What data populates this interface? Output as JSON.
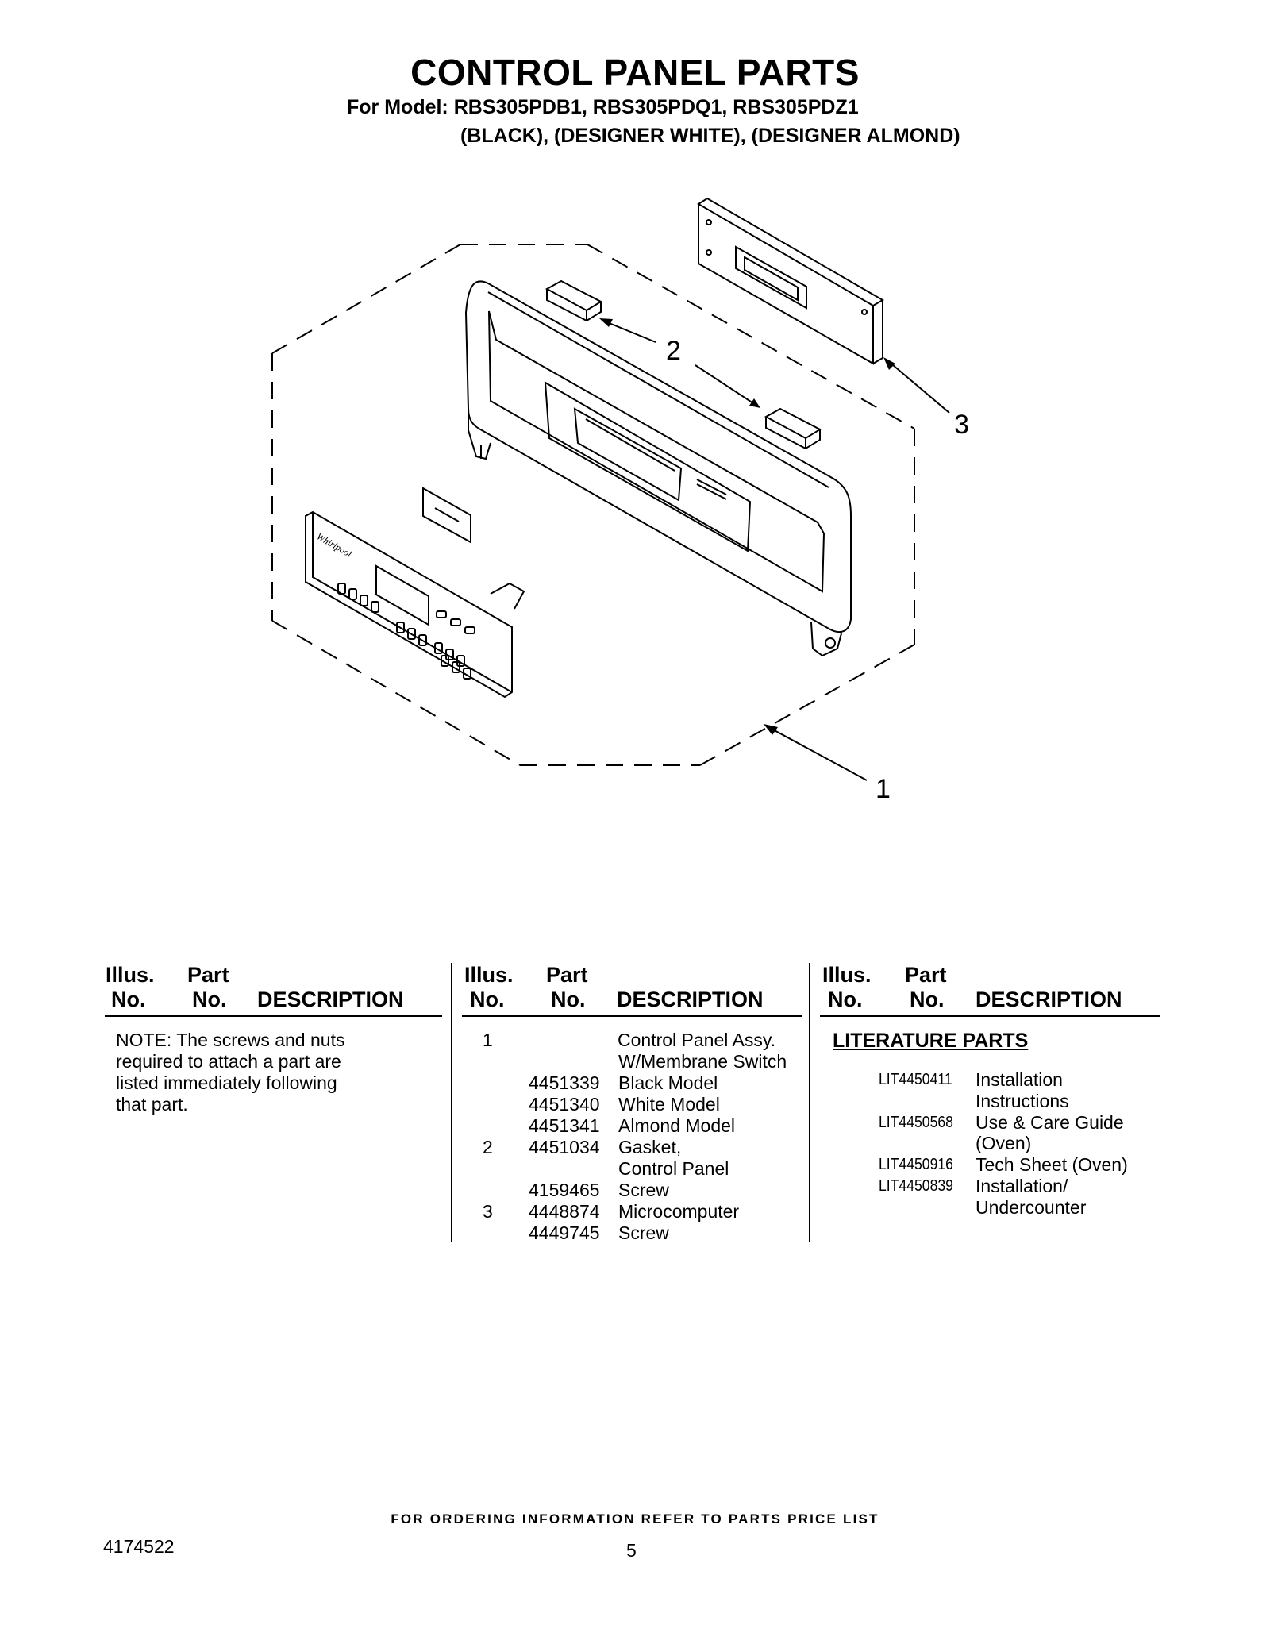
{
  "header": {
    "title": "CONTROL PANEL PARTS",
    "model_line": "For Model: RBS305PDB1, RBS305PDQ1, RBS305PDZ1",
    "color_line": "(BLACK), (DESIGNER WHITE), (DESIGNER ALMOND)"
  },
  "diagram": {
    "callouts": [
      "1",
      "2",
      "3"
    ],
    "logo_text": "Whirlpool"
  },
  "table_headers": {
    "illus_top": "Illus.",
    "illus_bottom": "No.",
    "part_top": "Part",
    "part_bottom": "No.",
    "description": "DESCRIPTION"
  },
  "note": [
    "NOTE: The screws and nuts",
    "required to attach a part are",
    "listed immediately following",
    "that part."
  ],
  "parts": [
    {
      "illus": "1",
      "part": "",
      "desc": "Control Panel Assy."
    },
    {
      "illus": "",
      "part": "",
      "desc": "W/Membrane Switch"
    },
    {
      "illus": "",
      "part": "4451339",
      "desc": "Black Model"
    },
    {
      "illus": "",
      "part": "4451340",
      "desc": "White Model"
    },
    {
      "illus": "",
      "part": "4451341",
      "desc": "Almond Model"
    },
    {
      "illus": "2",
      "part": "4451034",
      "desc": "Gasket,"
    },
    {
      "illus": "",
      "part": "",
      "desc": "Control Panel"
    },
    {
      "illus": "",
      "part": "4159465",
      "desc": "Screw"
    },
    {
      "illus": "3",
      "part": "4448874",
      "desc": "Microcomputer"
    },
    {
      "illus": "",
      "part": "4449745",
      "desc": "Screw"
    }
  ],
  "literature": {
    "title": "LITERATURE PARTS",
    "rows": [
      {
        "part": "LIT4450411",
        "desc": "Installation"
      },
      {
        "part": "",
        "desc": "Instructions"
      },
      {
        "part": "LIT4450568",
        "desc": "Use & Care Guide"
      },
      {
        "part": "",
        "desc": "(Oven)"
      },
      {
        "part": "LIT4450916",
        "desc": "Tech Sheet (Oven)"
      },
      {
        "part": "LIT4450839",
        "desc": "Installation/"
      },
      {
        "part": "",
        "desc": "Undercounter"
      }
    ]
  },
  "footer": {
    "ordering": "FOR ORDERING INFORMATION REFER TO PARTS PRICE LIST",
    "doc_number": "4174522",
    "page_number": "5"
  }
}
